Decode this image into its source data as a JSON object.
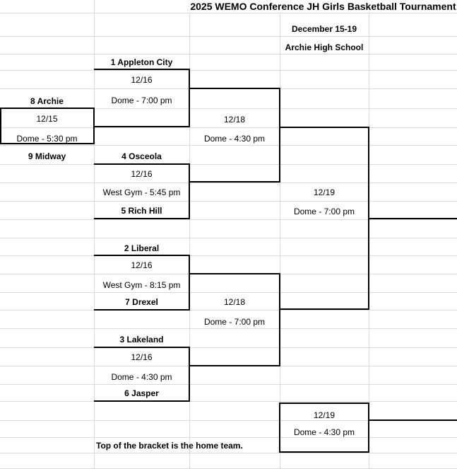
{
  "header": {
    "title": "2025 WEMO Conference JH Girls Basketball Tournament",
    "date_range": "December 15-19",
    "venue": "Archie High School"
  },
  "bracket": {
    "play_in": {
      "home": "8 Archie",
      "date": "12/15",
      "venue_time": "Dome - 5:30 pm",
      "visitor": "9 Midway"
    },
    "quarterfinals": [
      {
        "home": "1 Appleton City",
        "date": "12/16",
        "venue_time": "Dome - 7:00 pm"
      },
      {
        "home": "4 Osceola",
        "date": "12/16",
        "venue_time": "West Gym - 5:45 pm",
        "visitor": "5 Rich Hill"
      },
      {
        "home": "2 Liberal",
        "date": "12/16",
        "venue_time": "West Gym - 8:15 pm",
        "visitor": "7 Drexel"
      },
      {
        "home": "3 Lakeland",
        "date": "12/16",
        "venue_time": "Dome - 4:30 pm",
        "visitor": "6 Jasper"
      }
    ],
    "semifinals": [
      {
        "date": "12/18",
        "venue_time": "Dome - 4:30 pm"
      },
      {
        "date": "12/18",
        "venue_time": "Dome - 7:00 pm"
      }
    ],
    "championship": {
      "date": "12/19",
      "venue_time": "Dome - 7:00 pm"
    },
    "consolation": {
      "date": "12/19",
      "venue_time": "Dome - 4:30 pm"
    }
  },
  "footer_note": "Top of the bracket is the home team.",
  "colors": {
    "background": "#ffffff",
    "grid_line": "#d9d9d9",
    "bracket_line": "#000000",
    "text": "#000000"
  }
}
